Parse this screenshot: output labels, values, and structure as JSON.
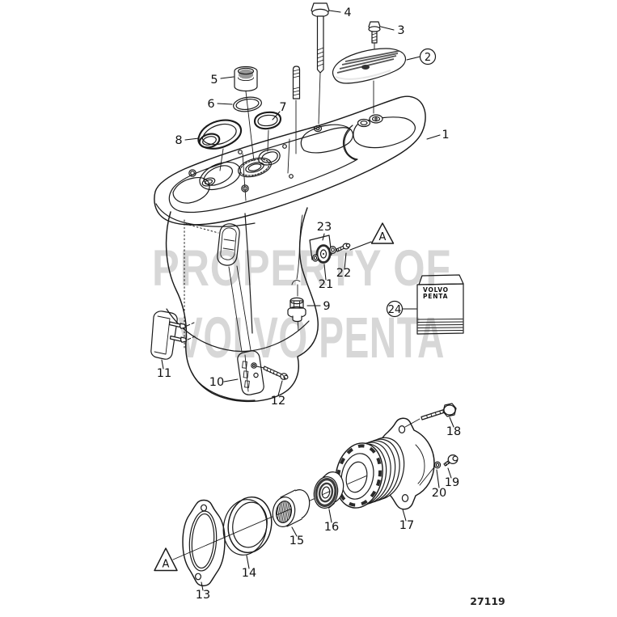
{
  "colors": {
    "watermark": "#d7d7d7",
    "ink": "#1a1a1a"
  },
  "watermark": {
    "line1": "PROPERTY OF",
    "line2": "VOLVO PENTA"
  },
  "drawing_number": "27119",
  "kit_box": {
    "line1": "VOLVO",
    "line2": "PENTA"
  },
  "detail_marker": "A",
  "callouts": {
    "c1": "1",
    "c2": "2",
    "c3": "3",
    "c4": "4",
    "c5": "5",
    "c6": "6",
    "c7": "7",
    "c8": "8",
    "c9": "9",
    "c10": "10",
    "c11": "11",
    "c12": "12",
    "c13": "13",
    "c14": "14",
    "c15": "15",
    "c16": "16",
    "c17": "17",
    "c18": "18",
    "c19": "19",
    "c20": "20",
    "c21": "21",
    "c22": "22",
    "c23": "23",
    "c24": "24"
  }
}
